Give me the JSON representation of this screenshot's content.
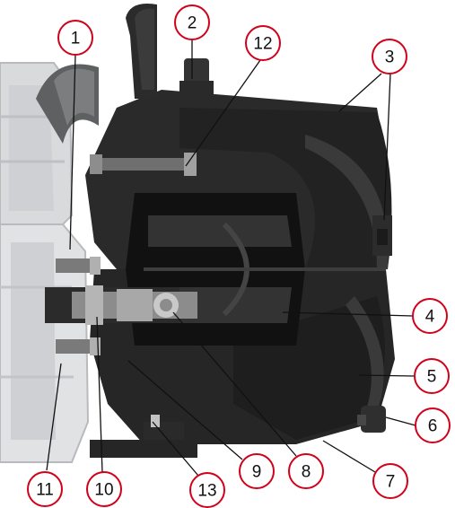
{
  "colors": {
    "callout_stroke": "#d0021b",
    "callout_fill": "#ffffff",
    "callout_text": "#111111",
    "pump_dark": "#1e1e1e",
    "pump_mid": "#3a3a3a",
    "motor_light": "#d9dadc",
    "shaft_metal": "#9a9a9a"
  },
  "callouts": [
    {
      "label": "1"
    },
    {
      "label": "2"
    },
    {
      "label": "3"
    },
    {
      "label": "4"
    },
    {
      "label": "5"
    },
    {
      "label": "6"
    },
    {
      "label": "7"
    },
    {
      "label": "8"
    },
    {
      "label": "9"
    },
    {
      "label": "10"
    },
    {
      "label": "11"
    },
    {
      "label": "12"
    },
    {
      "label": "13"
    }
  ]
}
